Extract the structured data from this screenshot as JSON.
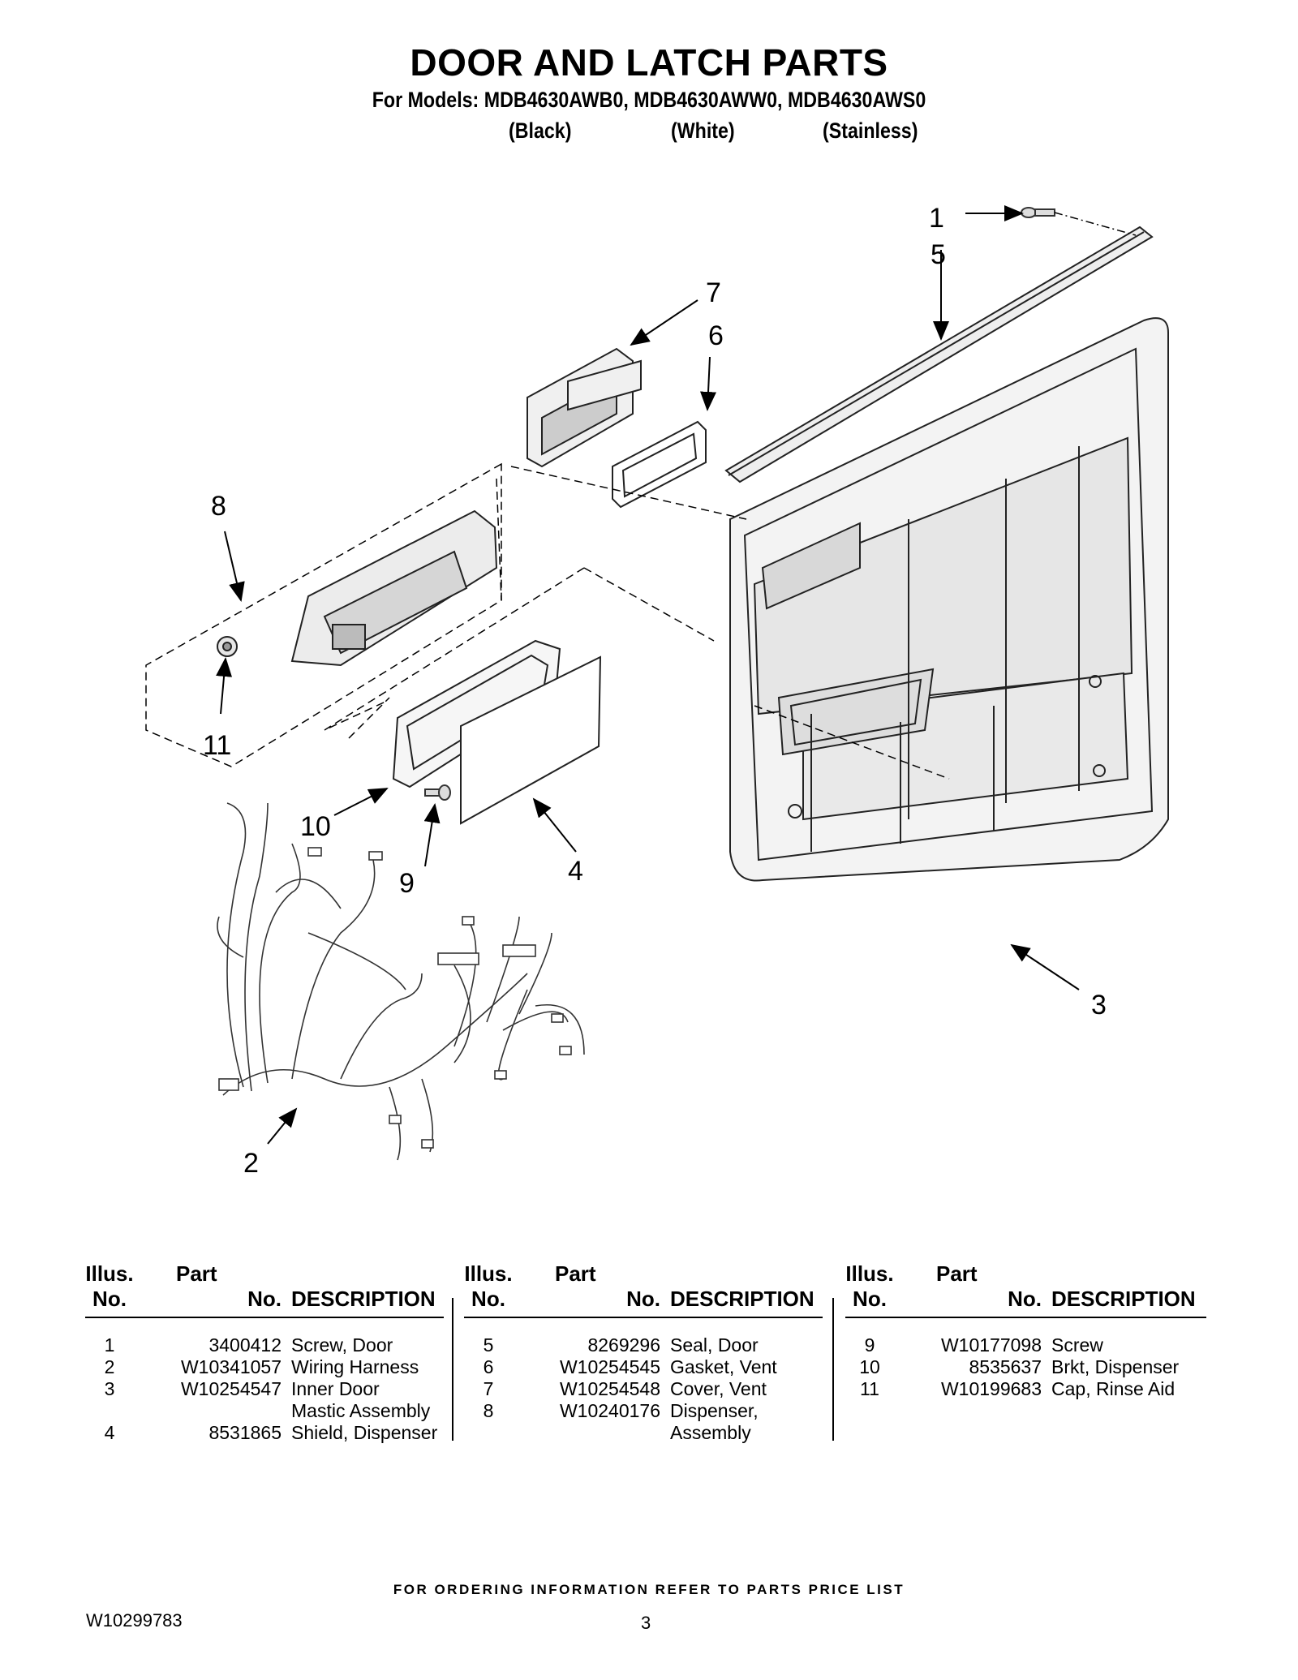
{
  "header": {
    "title": "DOOR AND LATCH PARTS",
    "models": "For Models: MDB4630AWB0, MDB4630AWW0, MDB4630AWS0",
    "variants": [
      "(Black)",
      "(White)",
      "(Stainless)"
    ]
  },
  "callouts": [
    "1",
    "2",
    "3",
    "4",
    "5",
    "6",
    "7",
    "8",
    "9",
    "10",
    "11"
  ],
  "table": {
    "headers": {
      "illus_1": "Illus.",
      "illus_2": "No.",
      "part_1": "Part",
      "part_2": "No.",
      "desc": "DESCRIPTION"
    },
    "columns": [
      {
        "rows": [
          {
            "no": "1",
            "part": "3400412",
            "desc": [
              "Screw, Door"
            ]
          },
          {
            "no": "2",
            "part": "W10341057",
            "desc": [
              "Wiring Harness"
            ]
          },
          {
            "no": "3",
            "part": "W10254547",
            "desc": [
              "Inner Door",
              "Mastic Assembly"
            ]
          },
          {
            "no": "4",
            "part": "8531865",
            "desc": [
              "Shield, Dispenser"
            ]
          }
        ]
      },
      {
        "rows": [
          {
            "no": "5",
            "part": "8269296",
            "desc": [
              "Seal, Door"
            ]
          },
          {
            "no": "6",
            "part": "W10254545",
            "desc": [
              "Gasket, Vent"
            ]
          },
          {
            "no": "7",
            "part": "W10254548",
            "desc": [
              "Cover, Vent"
            ]
          },
          {
            "no": "8",
            "part": "W10240176",
            "desc": [
              "Dispenser,",
              "Assembly"
            ]
          }
        ]
      },
      {
        "rows": [
          {
            "no": "9",
            "part": "W10177098",
            "desc": [
              "Screw"
            ]
          },
          {
            "no": "10",
            "part": "8535637",
            "desc": [
              "Brkt, Dispenser"
            ]
          },
          {
            "no": "11",
            "part": "W10199683",
            "desc": [
              "Cap, Rinse Aid"
            ]
          }
        ]
      }
    ]
  },
  "footer": {
    "ordering": "FOR ORDERING INFORMATION REFER TO PARTS PRICE LIST",
    "doc_number": "W10299783",
    "page_number": "3"
  }
}
